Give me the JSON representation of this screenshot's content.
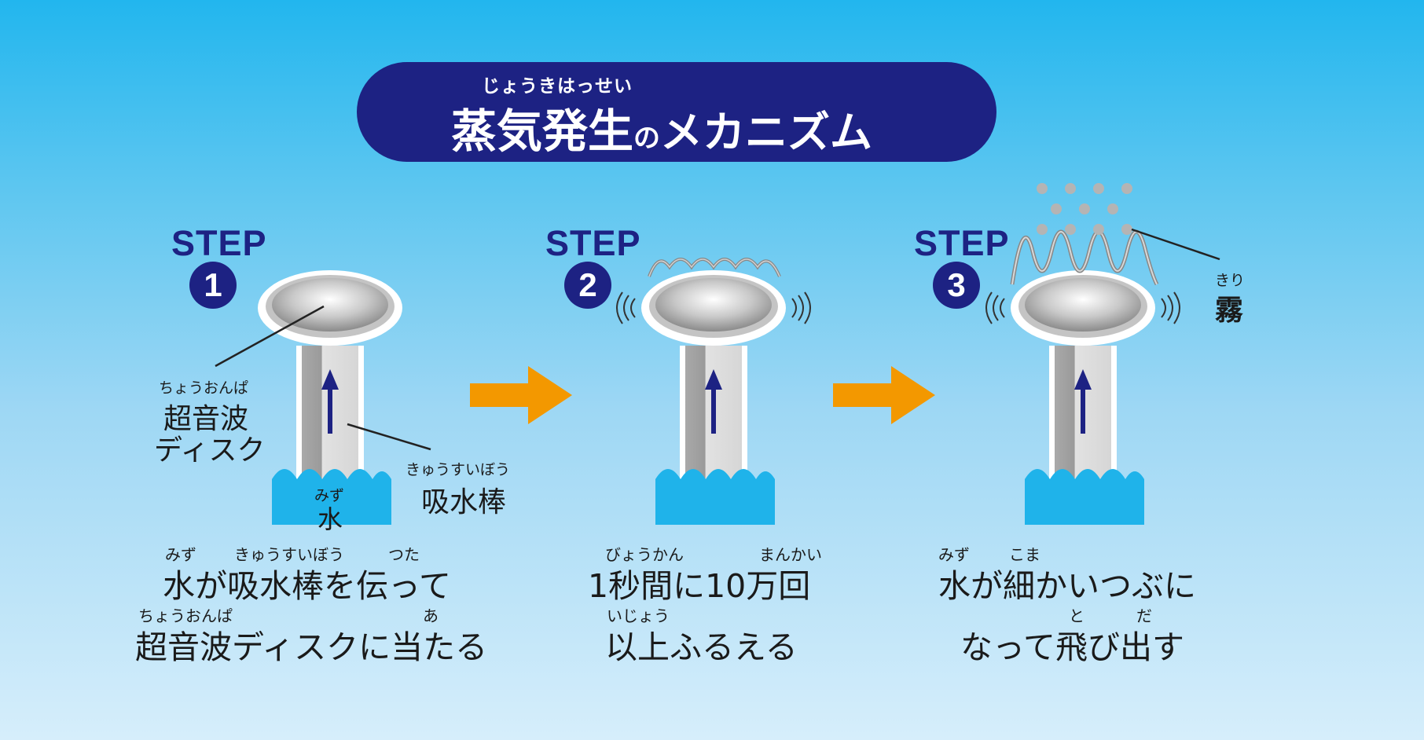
{
  "title": {
    "ruby": "じょうきはっせい",
    "kanji": "蒸気発生",
    "particle": "の",
    "katakana": "メカニズム"
  },
  "steps": [
    {
      "label": "STEP",
      "number": "1",
      "line1_ruby": [
        "みず",
        "きゅうすいぼう",
        "つた"
      ],
      "line1": "水が吸水棒を伝って",
      "line2_ruby": [
        "ちょうおんぱ",
        "あ"
      ],
      "line2": "超音波ディスクに当たる"
    },
    {
      "label": "STEP",
      "number": "2",
      "line1_ruby": [
        "びょうかん",
        "まんかい"
      ],
      "line1": "1秒間に10万回",
      "line2_ruby": [
        "いじょう"
      ],
      "line2": "以上ふるえる"
    },
    {
      "label": "STEP",
      "number": "3",
      "line1_ruby": [
        "みず",
        "こま"
      ],
      "line1": "水が細かいつぶに",
      "line2_ruby": [
        "と",
        "だ"
      ],
      "line2": "なって飛び出す"
    }
  ],
  "labels": {
    "disc": {
      "ruby": "ちょうおんぱ",
      "line1": "超音波",
      "line2": "ディスク"
    },
    "rod": {
      "ruby": "きゅうすいぼう",
      "text": "吸水棒"
    },
    "water": {
      "ruby": "みず",
      "text": "水"
    },
    "mist": {
      "ruby": "きり",
      "text": "霧"
    }
  },
  "colors": {
    "navy": "#1d2283",
    "arrow_orange": "#f39800",
    "water_blue": "#1fb3ea"
  }
}
